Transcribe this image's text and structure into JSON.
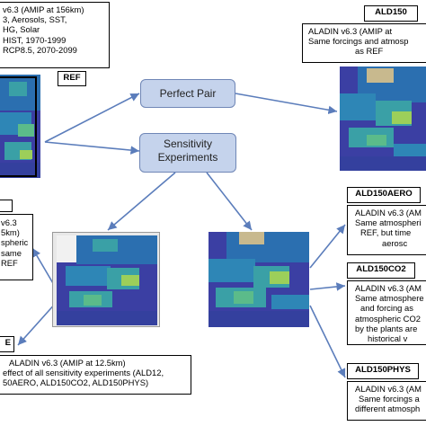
{
  "ref_box": {
    "lines": [
      "v6.3 (AMIP at 156km)",
      "3, Aerosols, SST,",
      "HG, Solar",
      "HIST, 1970-1999",
      "RCP8.5, 2070-2099"
    ]
  },
  "ref_tag": "REF",
  "perfect_pair_label": "Perfect Pair",
  "sensitivity_label": [
    "Sensitivity",
    "Experiments"
  ],
  "ald150": {
    "tag": "ALD150",
    "lines": [
      "ALADIN v6.3 (AMIP at",
      "Same forcings and atmosp",
      "as REF"
    ]
  },
  "left_box": {
    "lines": [
      "v6.3",
      "5km)",
      "spheric",
      "same",
      "REF"
    ]
  },
  "ald150aero": {
    "tag": "ALD150AERO",
    "lines": [
      "ALADIN v6.3 (AM",
      "Same atmospheri",
      "REF, but time",
      "aerosc"
    ]
  },
  "ald150co2": {
    "tag": "ALD150CO2",
    "lines": [
      "ALADIN v6.3 (AM",
      "Same atmosphere",
      "and forcing as",
      "atmospheric CO2",
      "by the plants are",
      "historical v"
    ]
  },
  "bottom": {
    "tag": "E",
    "lines": [
      "ALADIN v6.3 (AMIP at 12.5km)",
      "effect of all sensitivity experiments (ALD12,",
      "50AERO, ALD150CO2, ALD150PHYS)"
    ]
  },
  "ald150phys": {
    "tag": "ALD150PHYS",
    "lines": [
      "ALADIN v6.3 (AM",
      "Same forcings a",
      "different atmosph"
    ]
  },
  "colors": {
    "pill_fill": "#c5d3ec",
    "pill_border": "#6f86b6",
    "arrow": "#5b7dbb",
    "sea": "#3b3fa3",
    "map_land_low": "#2b74b4",
    "map_land_mid": "#3fa2a8",
    "map_land_high": "#9ccf5a",
    "map_snow": "#c8b98e"
  }
}
